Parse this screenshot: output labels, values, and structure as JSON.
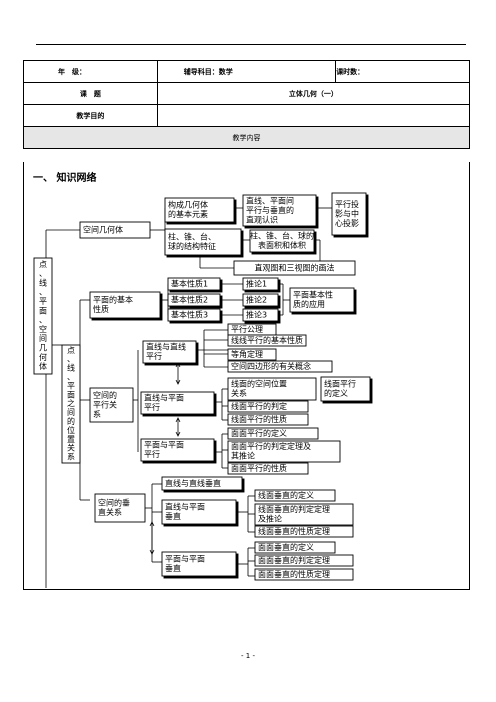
{
  "header": {
    "grade_label": "年　级：",
    "subject_label": "辅导科目：数学",
    "hours_label": "课时数：",
    "topic_label": "课　题",
    "topic_value": "立体几何（一）",
    "goal_label": "教学目的",
    "content_label": "教学内容"
  },
  "section_title": "一、 知识网络",
  "map": {
    "root": [
      "点",
      "、",
      "线",
      "、",
      "平",
      "面",
      "、",
      "空",
      "间",
      "几",
      "何",
      "体"
    ],
    "branch_space": "空间几何体",
    "elements": [
      "构成几何体",
      "的基本元素"
    ],
    "cylinder": [
      "柱、锥、台、",
      "球的结构特征"
    ],
    "lines_planes": [
      "直线、平面间",
      "平行与垂直的",
      "直观认识"
    ],
    "projection": [
      "平行投",
      "影与中",
      "心投影"
    ],
    "surface": [
      "柱、锥、台、球的",
      "表面积和体积"
    ],
    "views": "直观图和三视图的画法",
    "position_root": [
      "点",
      "、",
      "线",
      "、",
      "平",
      "面",
      "之",
      "间",
      "的",
      "位",
      "置",
      "关",
      "系"
    ],
    "basic_props": [
      "平面的基本",
      "性质"
    ],
    "prop1": "基本性质1",
    "prop2": "基本性质2",
    "prop3": "基本性质3",
    "cor1": "推论1",
    "cor2": "推论2",
    "cor3": "推论3",
    "plane_app": [
      "平面基本性",
      "质的应用"
    ],
    "parallel": [
      "空间的",
      "平行关",
      "系"
    ],
    "line_line": [
      "直线与直线",
      "平行"
    ],
    "axiom": "平行公理",
    "line_line_prop": "线线平行的基本性质",
    "equal_angle": "等角定理",
    "quad": "空间四边形的有关概念",
    "line_plane": [
      "直线与平面",
      "平行"
    ],
    "lp_position": [
      "线面的空间位置",
      "关系"
    ],
    "lp_def": [
      "线面平行",
      "的定义"
    ],
    "lp_judge": "线面平行的判定",
    "lp_prop": "线面平行的性质",
    "plane_plane": [
      "平面与平面",
      "平行"
    ],
    "pp_def": "面面平行的定义",
    "pp_judge": [
      "面面平行的判定定理及",
      "其推论"
    ],
    "pp_prop": "面面平行的性质",
    "perp": [
      "空间的垂",
      "直关系"
    ],
    "ll_perp": "直线与直线垂直",
    "lp_perp": [
      "直线与平面",
      "垂直"
    ],
    "lpp_def": "线面垂直的定义",
    "lpp_judge": [
      "线面垂直的判定定理",
      "及推论"
    ],
    "lpp_prop": "线面垂直的性质定理",
    "pp_perp": [
      "平面与平面",
      "垂直"
    ],
    "ppp_def": "面面垂直的定义",
    "ppp_judge": "面面垂直的判定定理",
    "ppp_prop": "面面垂直的性质定理"
  },
  "footer": "- 1 -"
}
